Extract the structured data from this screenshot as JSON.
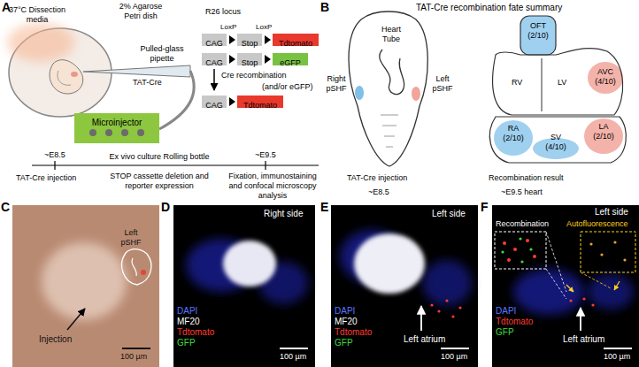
{
  "diagram": {
    "nodes": [
      {
        "text": [
          "Microinjector"
        ]
      },
      {
        "text": [
          "CAG"
        ]
      },
      {
        "text": [
          "Stop"
        ]
      },
      {
        "text": [
          "Tdtomato"
        ]
      },
      {
        "text": [
          "CAG"
        ]
      },
      {
        "text": [
          "Stop"
        ]
      },
      {
        "text": [
          "eGFP"
        ]
      },
      {
        "text": [
          "CAG"
        ]
      },
      {
        "text": [
          "Tdtomato"
        ]
      }
    ],
    "labels": [
      "A",
      "37°C Dissection media",
      "2% Agarose Petri dish",
      "Pulled-glass pipette",
      "TAT-Cre",
      "R26 locus",
      "LoxP",
      "LoxP",
      "Cre recombination",
      "(and/or eGFP)",
      "~E8.5",
      "Ex vivo culture Rolling bottle",
      "~E9.5",
      "TAT-Cre injection",
      "STOP cassette deletion and reporter expression",
      "Fixation, immunostaining and confocal microscopy analysis",
      "B",
      "TAT-Cre recombination fate summary",
      "Heart Tube",
      "Right pSHF",
      "Left pSHF",
      "OFT (2/10)",
      "RV",
      "LV",
      "AVC (4/10)",
      "LA (2/10)",
      "RA (2/10)",
      "SV (4/10)",
      "TAT-Cre injection",
      "~E8.5",
      "Recombination result",
      "~E9.5 heart",
      "C",
      "Left pSHF",
      "Injection",
      "100 µm",
      "D",
      "Right side",
      "DAPI",
      "MF20",
      "Tdtomato",
      "GFP",
      "100 µm",
      "E",
      "Left side",
      "DAPI",
      "MF20",
      "Tdtomato",
      "GFP",
      "Left atrium",
      "100 µm",
      "F",
      "Left side",
      "Recombination",
      "Autofluorescence",
      "DAPI",
      "Tdtomato",
      "GFP",
      "Left atrium",
      "100 µm"
    ]
  }
}
